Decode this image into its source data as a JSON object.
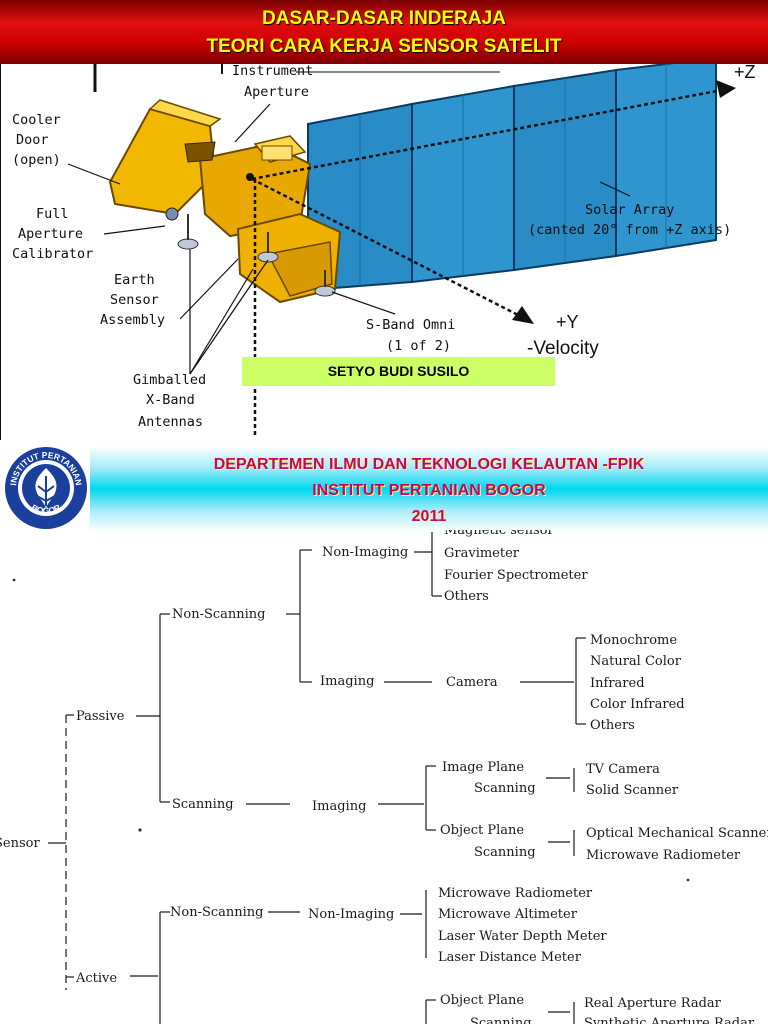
{
  "header": {
    "line1": "DASAR-DASAR INDERAJA",
    "line2": "TEORI CARA KERJA SENSOR SATELIT"
  },
  "satellite": {
    "labels": {
      "instrument1": "Instrument",
      "instrument2": "Aperture",
      "cooler1": "Cooler",
      "cooler2": "Door",
      "cooler3": "(open)",
      "full1": "Full",
      "full2": "Aperture",
      "full3": "Calibrator",
      "earth1": "Earth",
      "earth2": "Sensor",
      "earth3": "Assembly",
      "gimbal1": "Gimballed",
      "gimbal2": "X-Band",
      "gimbal3": "Antennas",
      "solar1": "Solar Array",
      "solar2": "(canted 20° from +Z axis)",
      "sband1": "S-Band Omni",
      "sband2": "(1 of 2)",
      "plusz": "+Z",
      "plusy": "+Y",
      "velocity": "-Velocity"
    }
  },
  "author": "SETYO BUDI SUSILO",
  "dept": {
    "line1": "DEPARTEMEN ILMU DAN TEKNOLOGI KELAUTAN -FPIK",
    "line2": "INSTITUT PERTANIAN BOGOR",
    "line3": "2011"
  },
  "logo": {
    "top_text": "INSTITUT PERTANIAN",
    "bottom_text": "BOGOR"
  },
  "tree": {
    "root": "Sensor",
    "passive": "Passive",
    "active": "Active",
    "non_scanning": "Non-Scanning",
    "scanning": "Scanning",
    "non_imaging": "Non-Imaging",
    "imaging": "Imaging",
    "camera": "Camera",
    "passive_nonimaging_items": [
      "Magnetic sensor",
      "Gravimeter",
      "Fourier Spectrometer",
      "Others"
    ],
    "camera_items": [
      "Monochrome",
      "Natural Color",
      "Infrared",
      "Color Infrared",
      "Others"
    ],
    "image_plane_1": "Image Plane",
    "image_plane_2": "Scanning",
    "object_plane_1": "Object Plane",
    "object_plane_2": "Scanning",
    "image_plane_items": [
      "TV Camera",
      "Solid Scanner"
    ],
    "object_plane_items": [
      "Optical Mechanical Scanner",
      "Microwave Radiometer"
    ],
    "active_nonscanning": "Non-Scanning",
    "active_nonimaging": "Non-Imaging",
    "active_nonimaging_items": [
      "Microwave Radiometer",
      "Microwave Altimeter",
      "Laser Water Depth Meter",
      "Laser Distance Meter"
    ],
    "active_object_plane_1": "Object Plane",
    "active_object_plane_2": "Scanning",
    "active_object_items": [
      "Real Aperture Radar",
      "Synthetic Aperture Radar"
    ]
  }
}
